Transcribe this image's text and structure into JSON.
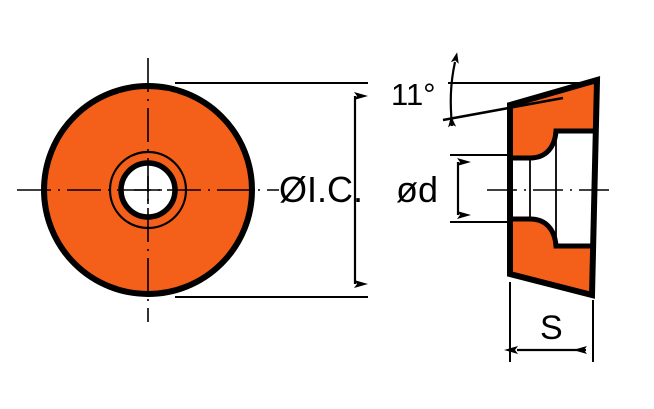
{
  "drawing": {
    "title": "Round milling insert dimensional drawing",
    "background_color": "#ffffff",
    "body_color": "#f4601a",
    "line_color": "#000000",
    "views": {
      "front": {
        "name": "front-view",
        "description": "Round insert face view with central through hole and countersink circle"
      },
      "side": {
        "name": "side-view",
        "description": "Side section view showing 11 degree clearance taper and hole profile"
      }
    },
    "labels": {
      "diameter_ic": "ØI.C.",
      "diameter_d": "ød",
      "angle": "11°",
      "thickness": "S"
    }
  }
}
